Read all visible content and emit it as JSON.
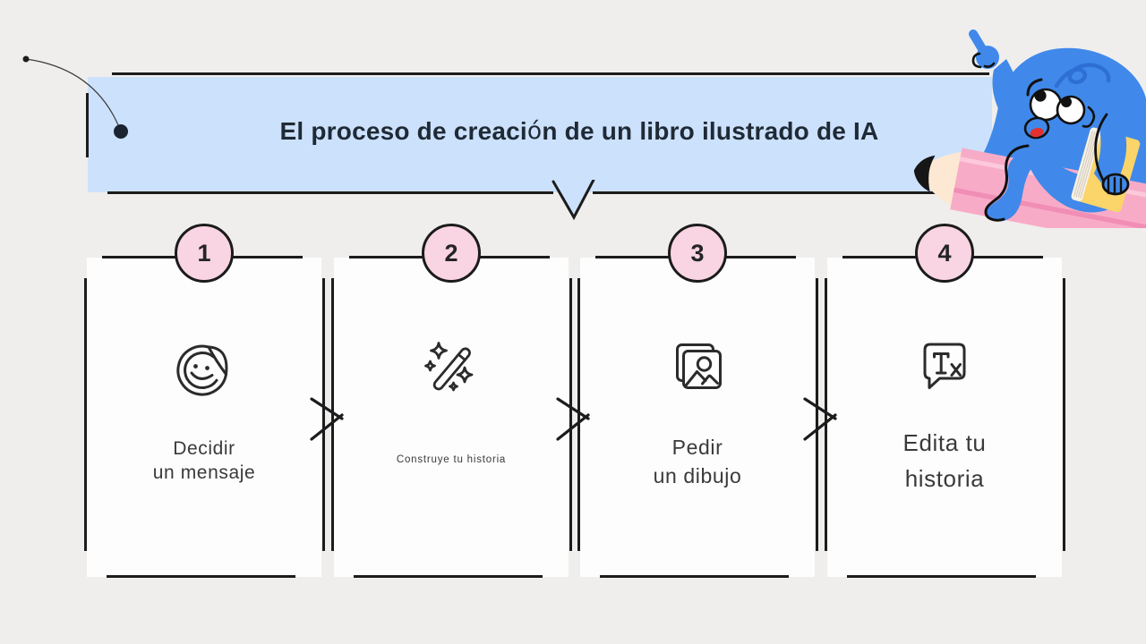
{
  "banner": {
    "title_pre": "El proceso de creaci",
    "title_accent": "ó",
    "title_post": "n de un libro ilustrado de IA"
  },
  "steps": [
    {
      "number": "1",
      "label": "Decidir\nun mensaje",
      "icon": "sticker-smile-icon"
    },
    {
      "number": "2",
      "label": "Construye tu historia",
      "icon": "magic-wand-icon"
    },
    {
      "number": "3",
      "label": "Pedir\nun dibujo",
      "icon": "pictures-icon"
    },
    {
      "number": "4",
      "label": "Edita tu\nhistoria",
      "icon": "text-bubble-icon"
    }
  ],
  "colors": {
    "background": "#efeeed",
    "banner_blue": "#cce1fb",
    "line_black": "#1c1c1c",
    "card_white": "#fdfdfd",
    "circle_pink": "#f9d4e2",
    "title_color": "#1f2a36",
    "label_color": "#3a3a3a",
    "character_blue": "#4089ea",
    "squiggle_blue": "#2e6fd6",
    "tongue_red": "#e2312e",
    "book_yellow": "#fbd46a",
    "pencil_pink": "#f8abc7",
    "pencil_stripe_light": "#fcc9da",
    "pencil_stripe_dark": "#f18eb5",
    "pencil_wood": "#fde8d3"
  }
}
